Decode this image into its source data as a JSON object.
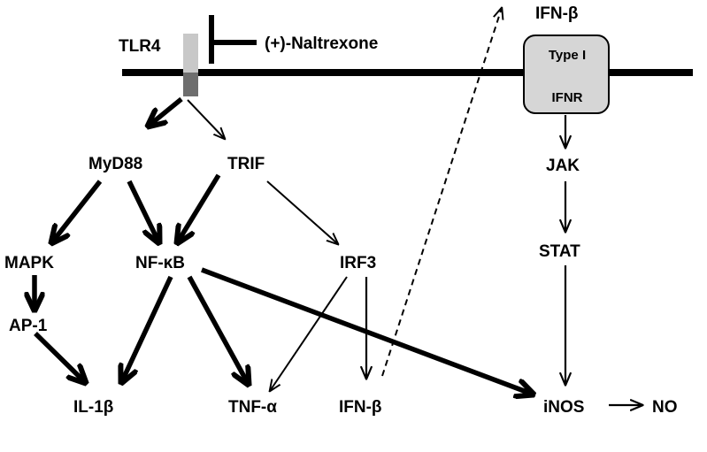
{
  "diagram": {
    "nodes": {
      "tlr4": "TLR4",
      "naltrexone": "(+)-Naltrexone",
      "ifnb_top": "IFN-β",
      "ifnr_line1": "Type I",
      "ifnr_line2": "IFNR",
      "myd88": "MyD88",
      "trif": "TRIF",
      "jak": "JAK",
      "mapk": "MAPK",
      "nfkb": "NF-κB",
      "irf3": "IRF3",
      "stat": "STAT",
      "ap1": "AP-1",
      "il1b": "IL-1β",
      "tnfa": "TNF-α",
      "ifnb_bottom": "IFN-β",
      "inos": "iNOS",
      "no": "NO"
    },
    "colors": {
      "line": "#000000",
      "receptor_light": "#c8c8c8",
      "receptor_dark": "#6e6e6e",
      "ifnr_fill": "#d6d6d6"
    }
  }
}
